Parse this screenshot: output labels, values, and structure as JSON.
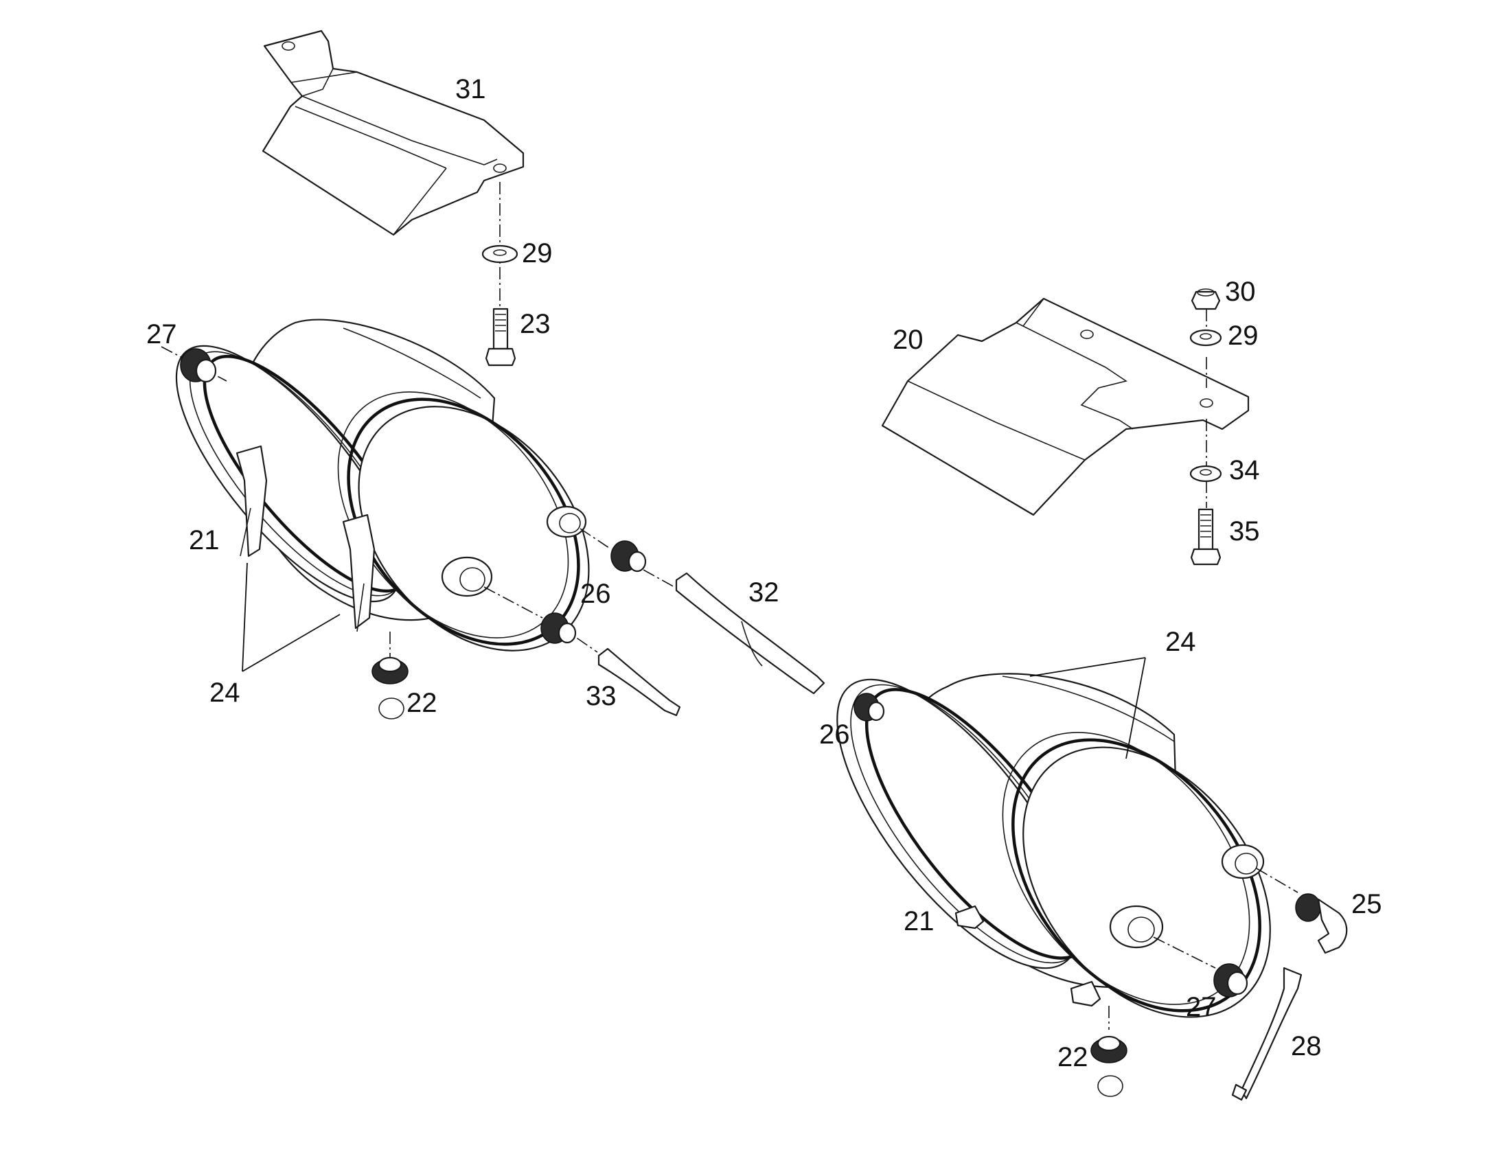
{
  "diagram": {
    "callouts": {
      "c31": "31",
      "c29a": "29",
      "c23": "23",
      "c27a": "27",
      "c30": "30",
      "c29b": "29",
      "c20": "20",
      "c34": "34",
      "c35": "35",
      "c21a": "21",
      "c24a": "24",
      "c22a": "22",
      "c26a": "26",
      "c32": "32",
      "c33": "33",
      "c26b": "26",
      "c24b": "24",
      "c25": "25",
      "c21b": "21",
      "c27b": "27",
      "c22b": "22",
      "c28": "28"
    }
  }
}
